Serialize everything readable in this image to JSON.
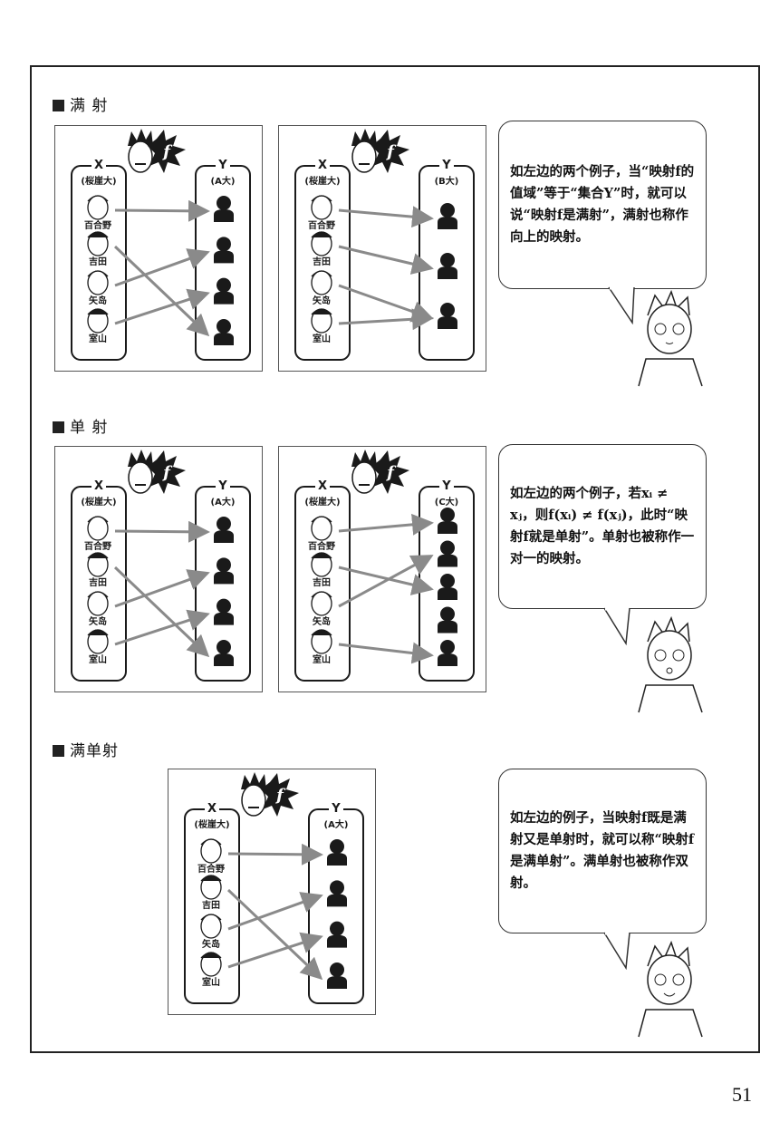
{
  "page_number": "51",
  "sections": [
    {
      "heading": "满 射"
    },
    {
      "heading": "单 射"
    },
    {
      "heading": "满单射"
    }
  ],
  "diagrams": [
    {
      "x_label": "X",
      "x_set": "(桜崖大)",
      "y_label": "Y",
      "y_set": "(A大)",
      "f_label": "f",
      "people": [
        "百合野",
        "吉田",
        "矢岛",
        "室山"
      ],
      "targets": 4,
      "mapping": [
        1,
        4,
        2,
        3
      ]
    },
    {
      "x_label": "X",
      "x_set": "(桜崖大)",
      "y_label": "Y",
      "y_set": "(B大)",
      "f_label": "f",
      "people": [
        "百合野",
        "吉田",
        "矢岛",
        "室山"
      ],
      "targets": 3,
      "mapping": [
        1,
        2,
        3,
        3
      ]
    },
    {
      "x_label": "X",
      "x_set": "(桜崖大)",
      "y_label": "Y",
      "y_set": "(A大)",
      "f_label": "f",
      "people": [
        "百合野",
        "吉田",
        "矢岛",
        "室山"
      ],
      "targets": 4,
      "mapping": [
        1,
        4,
        2,
        3
      ]
    },
    {
      "x_label": "X",
      "x_set": "(桜崖大)",
      "y_label": "Y",
      "y_set": "(C大)",
      "f_label": "f",
      "people": [
        "百合野",
        "吉田",
        "矢岛",
        "室山"
      ],
      "targets": 5,
      "mapping": [
        1,
        3,
        2,
        5
      ]
    },
    {
      "x_label": "X",
      "x_set": "(桜崖大)",
      "y_label": "Y",
      "y_set": "(A大)",
      "f_label": "f",
      "people": [
        "百合野",
        "吉田",
        "矢岛",
        "室山"
      ],
      "targets": 4,
      "mapping": [
        1,
        4,
        2,
        3
      ]
    }
  ],
  "bubbles": [
    {
      "text": "如左边的两个例子，当“映射f的值域”等于“集合Y”时，就可以说“映射f是满射”，满射也称作向上的映射。"
    },
    {
      "text": "如左边的两个例子，若xᵢ ≠ xⱼ，则f(xᵢ) ≠ f(xⱼ)，此时“映射f就是单射”。单射也被称作一对一的映射。"
    },
    {
      "text": "如左边的例子，当映射f既是满射又是单射时，就可以称“映射f是满单射”。满单射也被称作双射。"
    }
  ],
  "colors": {
    "arrow": "#8a8a8a",
    "ink": "#1a1a1a"
  }
}
